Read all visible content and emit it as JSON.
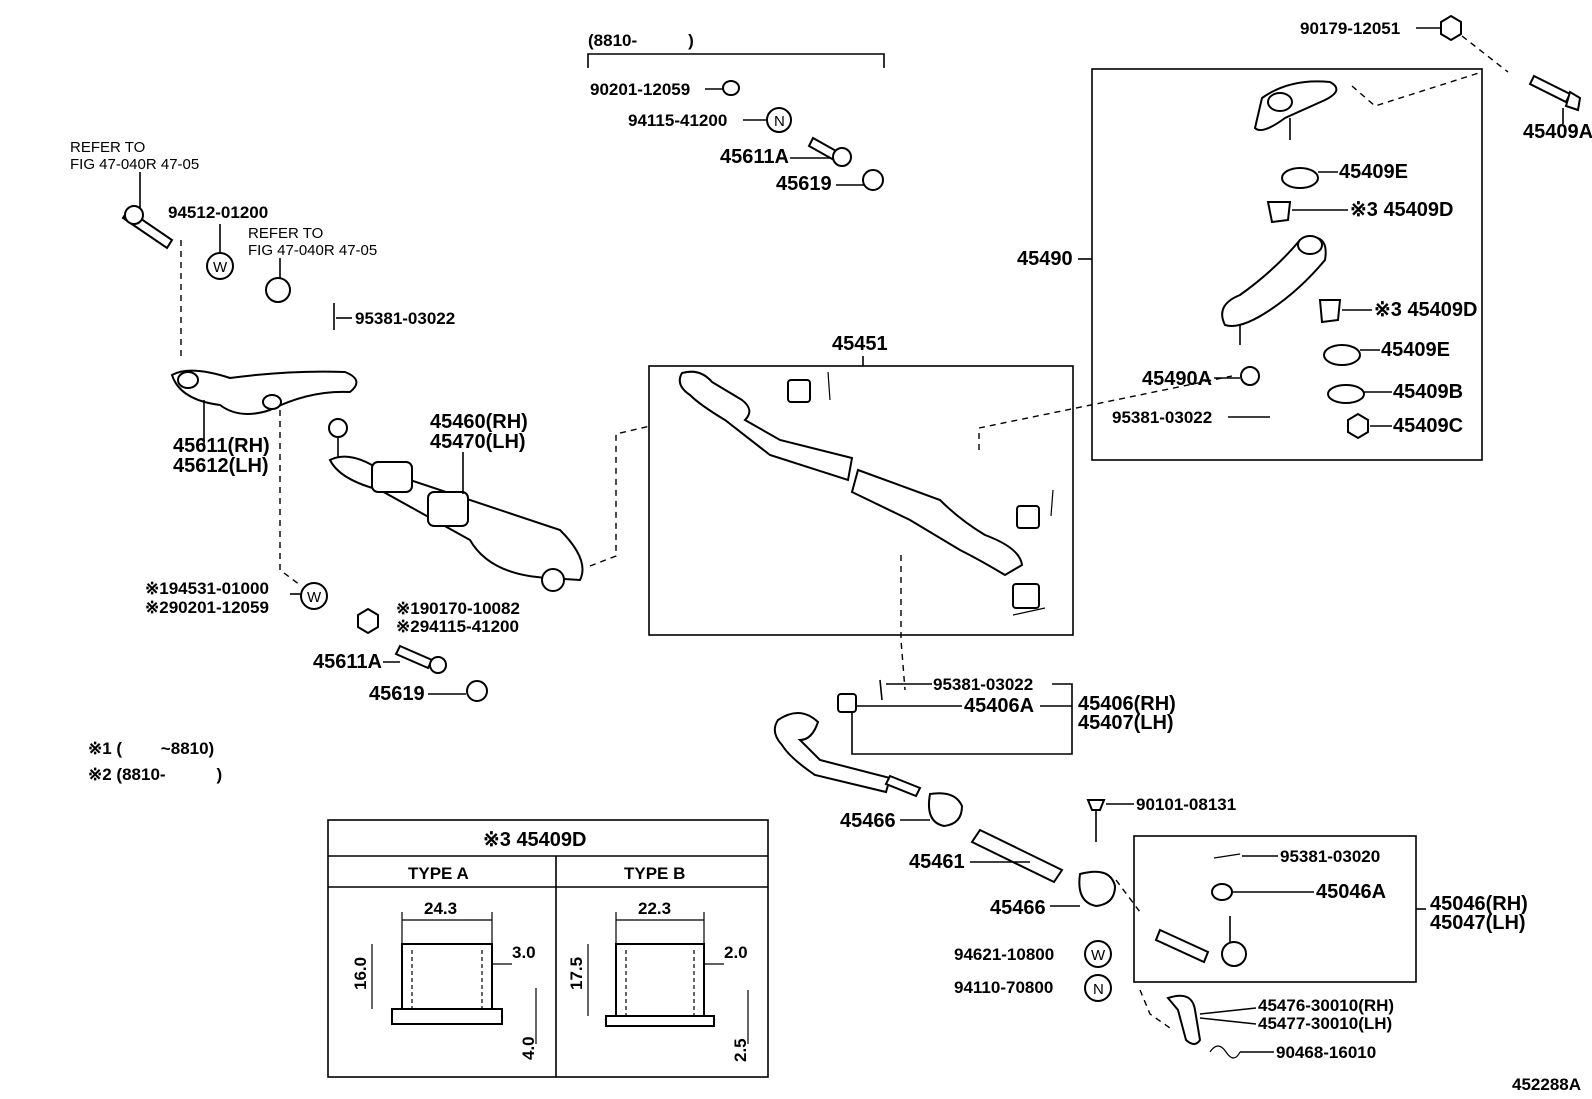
{
  "code_8810_bracket": "(8810-　　　)",
  "p_90201_12059_top": "90201-12059",
  "p_94115_41200_top": "94115-41200",
  "p_45611A_top": "45611A",
  "p_45619_top": "45619",
  "refer_1": [
    "REFER TO",
    "FIG 47-040R 47-05"
  ],
  "refer_2": [
    "REFER TO",
    "FIG 47-040R 47-05"
  ],
  "p_94512_01200": "94512-01200",
  "p_95381_03022_a": "95381-03022",
  "p_45611_rh": "45611(RH)",
  "p_45612_lh": "45612(LH)",
  "p_45460_rh": "45460(RH)",
  "p_45470_lh": "45470(LH)",
  "p_94531_01000": "※194531-01000",
  "p_290201_12059": "※290201-12059",
  "p_90170_10082": "※190170-10082",
  "p_294115_41200": "※294115-41200",
  "p_45611A_left": "45611A",
  "p_45619_left": "45619",
  "note_1": "※1 (　　 ~8810)",
  "note_2": "※2 (8810-　　　)",
  "p_45451": "45451",
  "p_90179_12051": "90179-12051",
  "p_45409A": "45409A",
  "p_45409E_1": "45409E",
  "p_45409D_1": "※3 45409D",
  "p_45490": "45490",
  "p_45409D_2": "※3 45409D",
  "p_45409E_2": "45409E",
  "p_45490A": "45490A",
  "p_45409B": "45409B",
  "p_95381_03022_b": "95381-03022",
  "p_45409C": "45409C",
  "p_95381_03022_c": "95381-03022",
  "p_45406A": "45406A",
  "p_45406_rh": "45406(RH)",
  "p_45407_lh": "45407(LH)",
  "p_90101_08131": "90101-08131",
  "p_45466_a": "45466",
  "p_45461": "45461",
  "p_45466_b": "45466",
  "p_95381_03020": "95381-03020",
  "p_45046A": "45046A",
  "p_45046_rh": "45046(RH)",
  "p_45047_lh": "45047(LH)",
  "p_94621_10800": "94621-10800",
  "p_94110_70800": "94110-70800",
  "p_45476_30010": "45476-30010(RH)",
  "p_45477_30010": "45477-30010(LH)",
  "p_90468_16010": "90468-16010",
  "table": {
    "title": "※3 45409D",
    "type_a": "TYPE A",
    "type_b": "TYPE B",
    "a_width": "24.3",
    "a_height": "16.0",
    "a_wall": "3.0",
    "a_flange": "4.0",
    "b_width": "22.3",
    "b_height": "17.5",
    "b_wall": "2.0",
    "b_flange": "2.5"
  },
  "washer_w": "W",
  "nut_n": "N",
  "figure_id": "452288A"
}
